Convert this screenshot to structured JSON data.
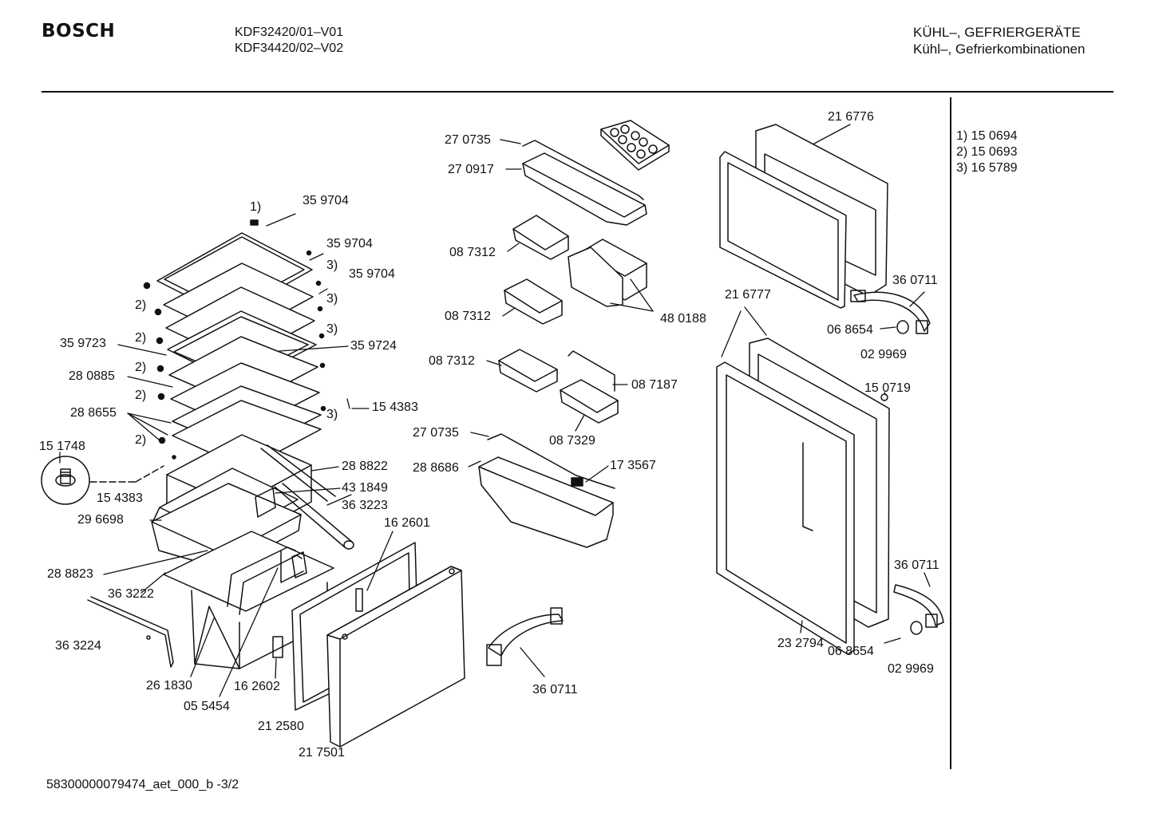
{
  "header": {
    "brand": "BOSCH",
    "models": [
      "KDF32420/01–V01",
      "KDF34420/02–V02"
    ],
    "category": [
      "KÜHL–, GEFRIERGERÄTE",
      "Kühl–, Gefrierkombinationen"
    ]
  },
  "notes": [
    "1)  15 0694",
    "2)  15 0693",
    "3)  16 5789"
  ],
  "footer": "58300000079474_aet_000_b  -3/2",
  "labels": [
    {
      "id": "l1",
      "text": "1)"
    },
    {
      "id": "l2",
      "text": "35 9704"
    },
    {
      "id": "l3",
      "text": "35 9704"
    },
    {
      "id": "l4",
      "text": "3)"
    },
    {
      "id": "l5",
      "text": "35 9704"
    },
    {
      "id": "l6",
      "text": "2)"
    },
    {
      "id": "l7",
      "text": "3)"
    },
    {
      "id": "l8",
      "text": "3)"
    },
    {
      "id": "l9",
      "text": "35 9723"
    },
    {
      "id": "l10",
      "text": "2)"
    },
    {
      "id": "l11",
      "text": "35 9724"
    },
    {
      "id": "l12",
      "text": "28 0885"
    },
    {
      "id": "l13",
      "text": "2)"
    },
    {
      "id": "l14",
      "text": "2)"
    },
    {
      "id": "l15",
      "text": "15 4383"
    },
    {
      "id": "l16",
      "text": "28 8655"
    },
    {
      "id": "l17",
      "text": "3)"
    },
    {
      "id": "l18",
      "text": "15 1748"
    },
    {
      "id": "l19",
      "text": "2)"
    },
    {
      "id": "l20",
      "text": "28 8822"
    },
    {
      "id": "l21",
      "text": "43 1849"
    },
    {
      "id": "l22",
      "text": "15 4383"
    },
    {
      "id": "l23",
      "text": "36 3223"
    },
    {
      "id": "l24",
      "text": "29 6698"
    },
    {
      "id": "l25",
      "text": "16 2601"
    },
    {
      "id": "l26",
      "text": "28 8823"
    },
    {
      "id": "l27",
      "text": "36 3222"
    },
    {
      "id": "l28",
      "text": "36 3224"
    },
    {
      "id": "l29",
      "text": "26 1830"
    },
    {
      "id": "l30",
      "text": "16 2602"
    },
    {
      "id": "l31",
      "text": "05 5454"
    },
    {
      "id": "l32",
      "text": "21 2580"
    },
    {
      "id": "l33",
      "text": "21 7501"
    },
    {
      "id": "l34",
      "text": "27 0735"
    },
    {
      "id": "l35",
      "text": "27 0917"
    },
    {
      "id": "l36",
      "text": "08 7312"
    },
    {
      "id": "l37",
      "text": "08 7312"
    },
    {
      "id": "l38",
      "text": "48 0188"
    },
    {
      "id": "l39",
      "text": "08 7312"
    },
    {
      "id": "l40",
      "text": "08 7187"
    },
    {
      "id": "l41",
      "text": "08 7329"
    },
    {
      "id": "l42",
      "text": "27 0735"
    },
    {
      "id": "l43",
      "text": "28 8686"
    },
    {
      "id": "l44",
      "text": "17 3567"
    },
    {
      "id": "l45",
      "text": "36 0711"
    },
    {
      "id": "l46",
      "text": "21 6776"
    },
    {
      "id": "l47",
      "text": "36 0711"
    },
    {
      "id": "l48",
      "text": "21 6777"
    },
    {
      "id": "l49",
      "text": "06 8654"
    },
    {
      "id": "l50",
      "text": "02 9969"
    },
    {
      "id": "l51",
      "text": "15 0719"
    },
    {
      "id": "l52",
      "text": "36 0711"
    },
    {
      "id": "l53",
      "text": "23 2794"
    },
    {
      "id": "l54",
      "text": "06 8654"
    },
    {
      "id": "l55",
      "text": "02 9969"
    }
  ]
}
